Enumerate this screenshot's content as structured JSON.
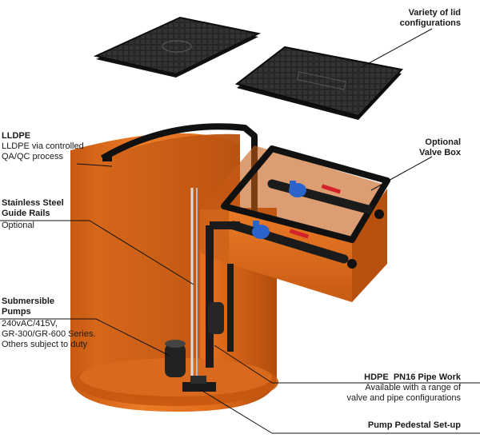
{
  "colors": {
    "tank": "#e2701c",
    "tank_dark": "#b8510d",
    "tank_light": "#f08a3a",
    "lid": "#1f1f1f",
    "frame": "#141414",
    "pipe": "#1b1b1b",
    "valve_blue": "#2a63c9",
    "valve_red": "#d4222a",
    "leader": "#111111"
  },
  "labels": {
    "lid": {
      "title_line1": "Variety of lid",
      "title_line2": "configurations"
    },
    "lldpe": {
      "title": "LLDPE",
      "desc_line1": "LLDPE via controlled",
      "desc_line2": "QA/QC process"
    },
    "rails": {
      "title_line1": "Stainless Steel",
      "title_line2": "Guide Rails",
      "desc": "Optional"
    },
    "pumps": {
      "title_line1": "Submersible",
      "title_line2": "Pumps",
      "desc_line1": "240vAC/415V,",
      "desc_line2": "GR-300/GR-600 Series.",
      "desc_line3": "Others subject to duty"
    },
    "valve_box": {
      "title_line1": "Optional",
      "title_line2": "Valve Box"
    },
    "pipe_work": {
      "title": "HDPE  PN16 Pipe Work",
      "desc_line1": "Available with a range of",
      "desc_line2": "valve and pipe configurations"
    },
    "pedestal": {
      "title": "Pump Pedestal Set-up"
    }
  }
}
